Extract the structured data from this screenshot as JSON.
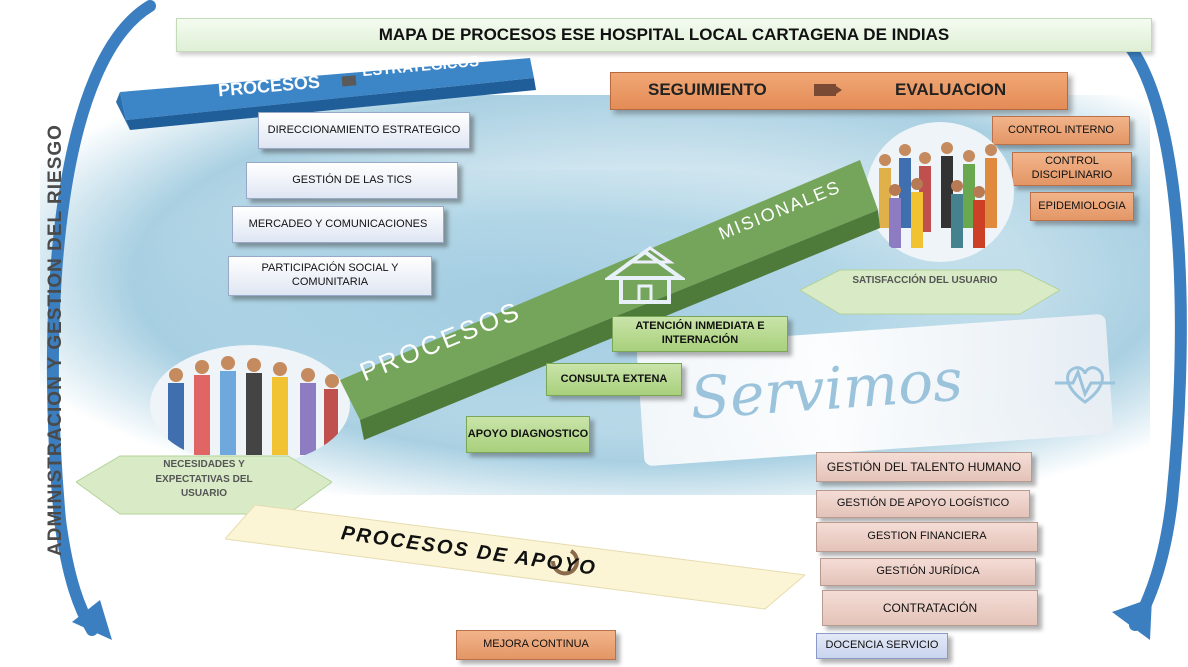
{
  "title": "MAPA DE PROCESOS ESE HOSPITAL LOCAL CARTAGENA DE INDIAS",
  "side_label": "ADMINISTRACION Y GESTION DEL RIESGO",
  "strategic": {
    "banner_left": "PROCESOS",
    "banner_right": "ESTRATEGICOS",
    "items": [
      "DIRECCIONAMIENTO ESTRATEGICO",
      "GESTIÓN DE LAS TICS",
      "MERCADEO Y COMUNICACIONES",
      "PARTICIPACIÓN SOCIAL Y COMUNITARIA"
    ]
  },
  "evaluation": {
    "left": "SEGUIMIENTO",
    "right": "EVALUACION",
    "items": [
      "CONTROL INTERNO",
      "CONTROL DISCIPLINARIO",
      "EPIDEMIOLOGIA"
    ]
  },
  "missional": {
    "ramp_left": "PROCESOS",
    "ramp_right": "MISIONALES",
    "items": [
      "ATENCIÓN INMEDIATA E INTERNACIÓN",
      "CONSULTA EXTENA",
      "APOYO DIAGNOSTICO"
    ]
  },
  "input_label": "NECESIDADES Y EXPECTATIVAS DEL USUARIO",
  "output_label": "SATISFACCIÓN DEL USUARIO",
  "support": {
    "banner": "PROCESOS DE APOYO",
    "items": [
      "GESTIÓN DEL TALENTO HUMANO",
      "GESTIÓN DE APOYO LOGÍSTICO",
      "GESTION FINANCIERA",
      "GESTIÓN JURÍDICA",
      "CONTRATACIÓN"
    ],
    "docencia": "DOCENCIA SERVICIO"
  },
  "mejora": "MEJORA CONTINUA",
  "watermark": "Servimos",
  "colors": {
    "strategic_blue": "#3c86c8",
    "missional_green": "#78a85a",
    "evaluation_orange": "#e48c57",
    "support_pink": "#e4c3b8",
    "arrow_blue": "#3b7fc0"
  },
  "icons": [
    "house-icon",
    "camera-icon",
    "cycle-arrow-icon",
    "heart-icon"
  ]
}
